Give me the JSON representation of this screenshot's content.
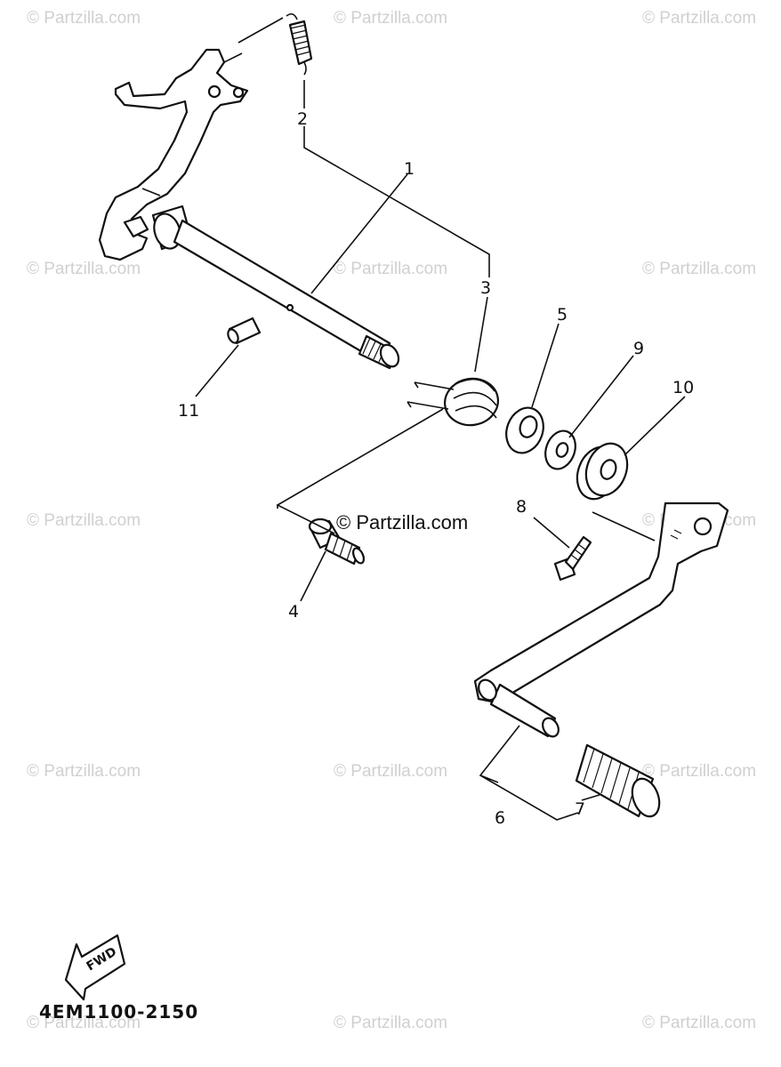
{
  "watermark": "© Partzilla.com",
  "center_watermark": "© Partzilla.com",
  "diagram_code": "4EM1100-2150",
  "fwd_label": "FWD",
  "callouts": {
    "c1": "1",
    "c2": "2",
    "c3": "3",
    "c4": "4",
    "c5": "5",
    "c6": "6",
    "c7": "7",
    "c8": "8",
    "c9": "9",
    "c10": "10",
    "c11": "11"
  }
}
